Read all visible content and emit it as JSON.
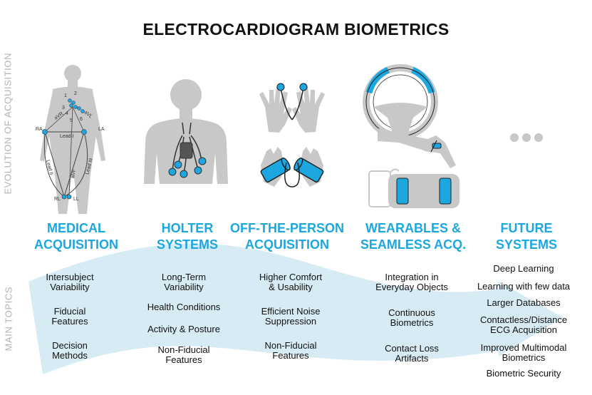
{
  "title": "ELECTROCARDIOGRAM BIOMETRICS",
  "side_labels": {
    "evolution": "EVOLUTION OF ACQUISITION",
    "topics": "MAIN TOPICS"
  },
  "figure_labels": {
    "numbers": [
      "1",
      "2",
      "3",
      "4",
      "5",
      "6"
    ],
    "ra": "RA",
    "la": "LA",
    "rl": "RL",
    "ll": "LL",
    "avr": "aVR",
    "avl": "aVL",
    "avf": "aVF",
    "lead1": "Lead I",
    "lead2": "Lead II",
    "lead3": "Lead III"
  },
  "columns": [
    {
      "title": [
        "MEDICAL",
        "ACQUISITION"
      ],
      "topics": [
        [
          "Intersubject",
          "Variability"
        ],
        [
          "Fiducial",
          "Features"
        ],
        [
          "Decision",
          "Methods"
        ]
      ]
    },
    {
      "title": [
        "HOLTER",
        "SYSTEMS"
      ],
      "topics": [
        [
          "Long-Term",
          "Variability"
        ],
        [
          "Health Conditions"
        ],
        [
          "Activity & Posture"
        ],
        [
          "Non-Fiducial",
          "Features"
        ]
      ]
    },
    {
      "title": [
        "OFF-THE-PERSON",
        "ACQUISITION"
      ],
      "topics": [
        [
          "Higher Comfort",
          "& Usability"
        ],
        [
          "Efficient Noise",
          "Suppression"
        ],
        [
          "Non-Fiducial",
          "Features"
        ]
      ]
    },
    {
      "title": [
        "WEARABLES &",
        "SEAMLESS ACQ."
      ],
      "topics": [
        [
          "Integration in",
          "Everyday Objects"
        ],
        [
          "Continuous",
          "Biometrics"
        ],
        [
          "Contact Loss",
          "Artifacts"
        ]
      ]
    },
    {
      "title": [
        "FUTURE",
        "SYSTEMS"
      ],
      "topics": [
        [
          "Deep Learning"
        ],
        [
          "Learning with few data"
        ],
        [
          "Larger Databases"
        ],
        [
          "Contactless/Distance",
          "ECG Acquisition"
        ],
        [
          "Improved Multimodal",
          "Biometrics"
        ],
        [
          "Biometric Security"
        ]
      ]
    }
  ],
  "colors": {
    "accent": "#1ca7e0",
    "silhouette": "#c8c8c8",
    "arrow": "#d6ebf4",
    "side_text": "#b3b3b3"
  }
}
